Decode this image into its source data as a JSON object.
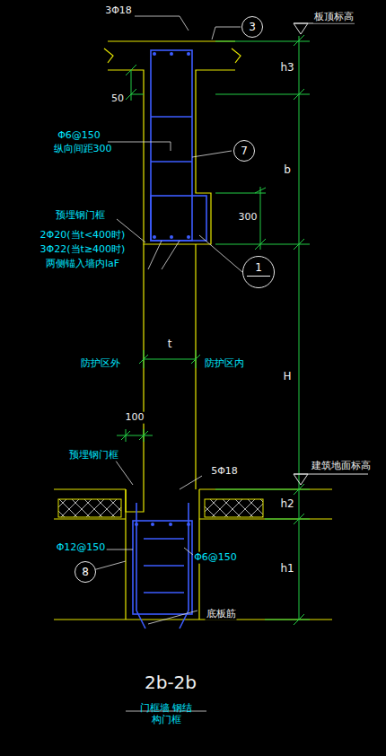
{
  "diagram": {
    "title": "2b-2b",
    "caption": "门框墙 钢结构门框",
    "nodes": [
      {
        "text": [
          "3"
        ]
      },
      {
        "text": [
          "7"
        ]
      },
      {
        "text": [
          "1"
        ]
      },
      {
        "text": [
          "8"
        ]
      }
    ],
    "labels": [
      "3Φ18",
      "板顶标高",
      "h3",
      "50",
      "Φ6@150",
      "纵向间距300",
      "b",
      "300",
      "预埋钢门框",
      "2Φ20(当t<400时)",
      "3Φ22(当t≥400时)",
      "两侧锚入墙内laF",
      "t",
      "防护区外",
      "防护区内",
      "H",
      "100",
      "预埋钢门框",
      "5Φ18",
      "建筑地面标高",
      "h2",
      "Φ12@150",
      "Φ6@150",
      "h1",
      "底板筋"
    ]
  }
}
